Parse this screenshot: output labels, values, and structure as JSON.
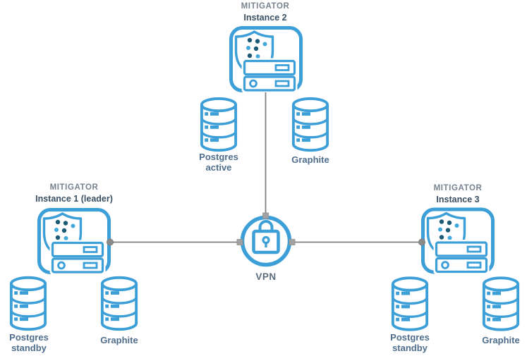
{
  "colors": {
    "accent_blue": "#3D9FD8",
    "logo_dot_dark": "#1B5A74",
    "logo_dot_light": "#41A8DC",
    "title_gray": "#78838F",
    "title_dark": "#394F63",
    "db_label": "#4F6E8D",
    "vpn_label": "#5A6B7C",
    "connector_gray": "#7F7F7F",
    "background": "#FFFFFF"
  },
  "icons": {
    "appliance": "shield-server-icon",
    "database": "database-cylinder-icon",
    "vpn": "padlock-in-circle-icon",
    "connector_dot": "connection-point-dot",
    "connector_square": "connection-point-square"
  },
  "instances": {
    "top": {
      "line1": "MITIGATOR",
      "line2": "Instance 2"
    },
    "left": {
      "line1": "MITIGATOR",
      "line2": "Instance 1 (leader)"
    },
    "right": {
      "line1": "MITIGATOR",
      "line2": "Instance 3"
    }
  },
  "databases": {
    "top_postgres": {
      "line1": "Postgres",
      "line2": "active"
    },
    "top_graphite": {
      "line1": "Graphite"
    },
    "left_postgres": {
      "line1": "Postgres",
      "line2": "standby"
    },
    "left_graphite": {
      "line1": "Graphite"
    },
    "right_postgres": {
      "line1": "Postgres",
      "line2": "standby"
    },
    "right_graphite": {
      "line1": "Graphite"
    }
  },
  "vpn": {
    "label": "VPN"
  }
}
